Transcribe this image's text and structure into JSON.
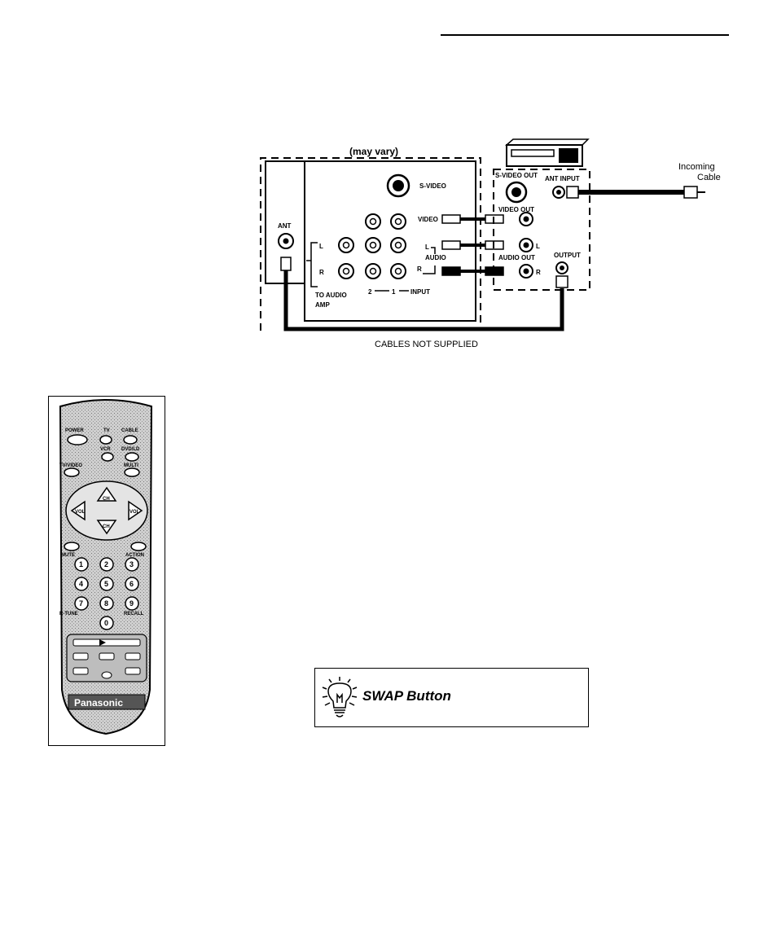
{
  "diagram": {
    "may_vary_label": "(may vary)",
    "ant_label": "ANT",
    "s_video_label": "S-VIDEO",
    "video_label": "VIDEO",
    "audio_label": "AUDIO",
    "l_label": "L",
    "r_label": "R",
    "to_audio_amp_line1": "TO AUDIO",
    "to_audio_amp_line2": "AMP",
    "input_2": "2",
    "input_1": "1",
    "input_label": "INPUT",
    "s_video_out_label": "S-VIDEO OUT",
    "ant_input_label": "ANT INPUT",
    "video_out_label": "VIDEO OUT",
    "audio_out_label": "AUDIO OUT",
    "output_label": "OUTPUT",
    "incoming_line1": "Incoming",
    "incoming_line2": "Cable",
    "cables_not_supplied": "CABLES NOT SUPPLIED"
  },
  "remote": {
    "power": "POWER",
    "tv": "TV",
    "cable": "CABLE",
    "vcr": "VCR",
    "dvd_ld": "DVD/LD",
    "tv_video": "TV/VIDEO",
    "multi": "MULTI",
    "ch": "CH",
    "vol": "VOL",
    "mute": "MUTE",
    "action": "ACTION",
    "digits": [
      "1",
      "2",
      "3",
      "4",
      "5",
      "6",
      "7",
      "8",
      "9",
      "0"
    ],
    "r_tune": "R-TUNE",
    "recall": "RECALL",
    "brand": "Panasonic"
  },
  "tip": {
    "title": "SWAP Button",
    "icon": "lightbulb-icon"
  }
}
